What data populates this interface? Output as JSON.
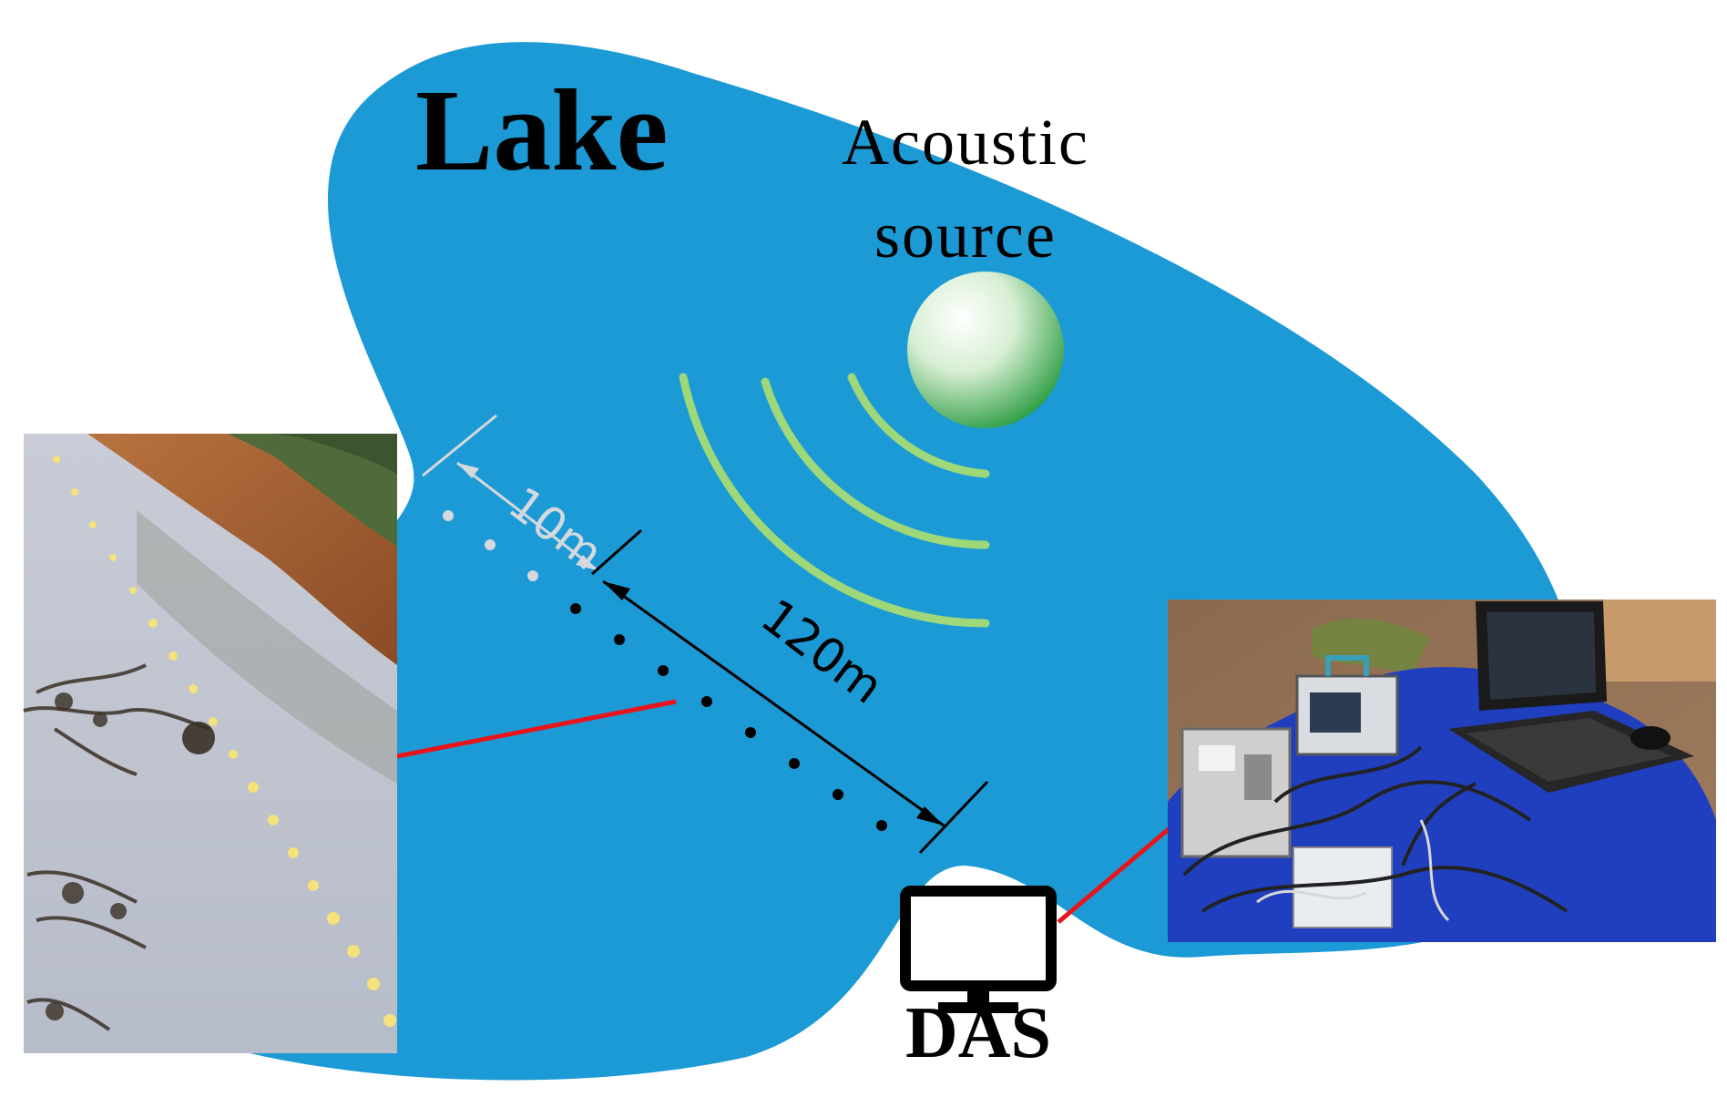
{
  "labels": {
    "lake": "Lake",
    "source_line1": "Acoustic",
    "source_line2": "source",
    "dim_small": "10m",
    "dim_large": "120m",
    "das": "DAS"
  },
  "colors": {
    "lake": "#1c9ad6",
    "wave": "#9ed879",
    "link": "#e8141b",
    "text": "#000000",
    "dim_light": "#d5d8dd"
  }
}
